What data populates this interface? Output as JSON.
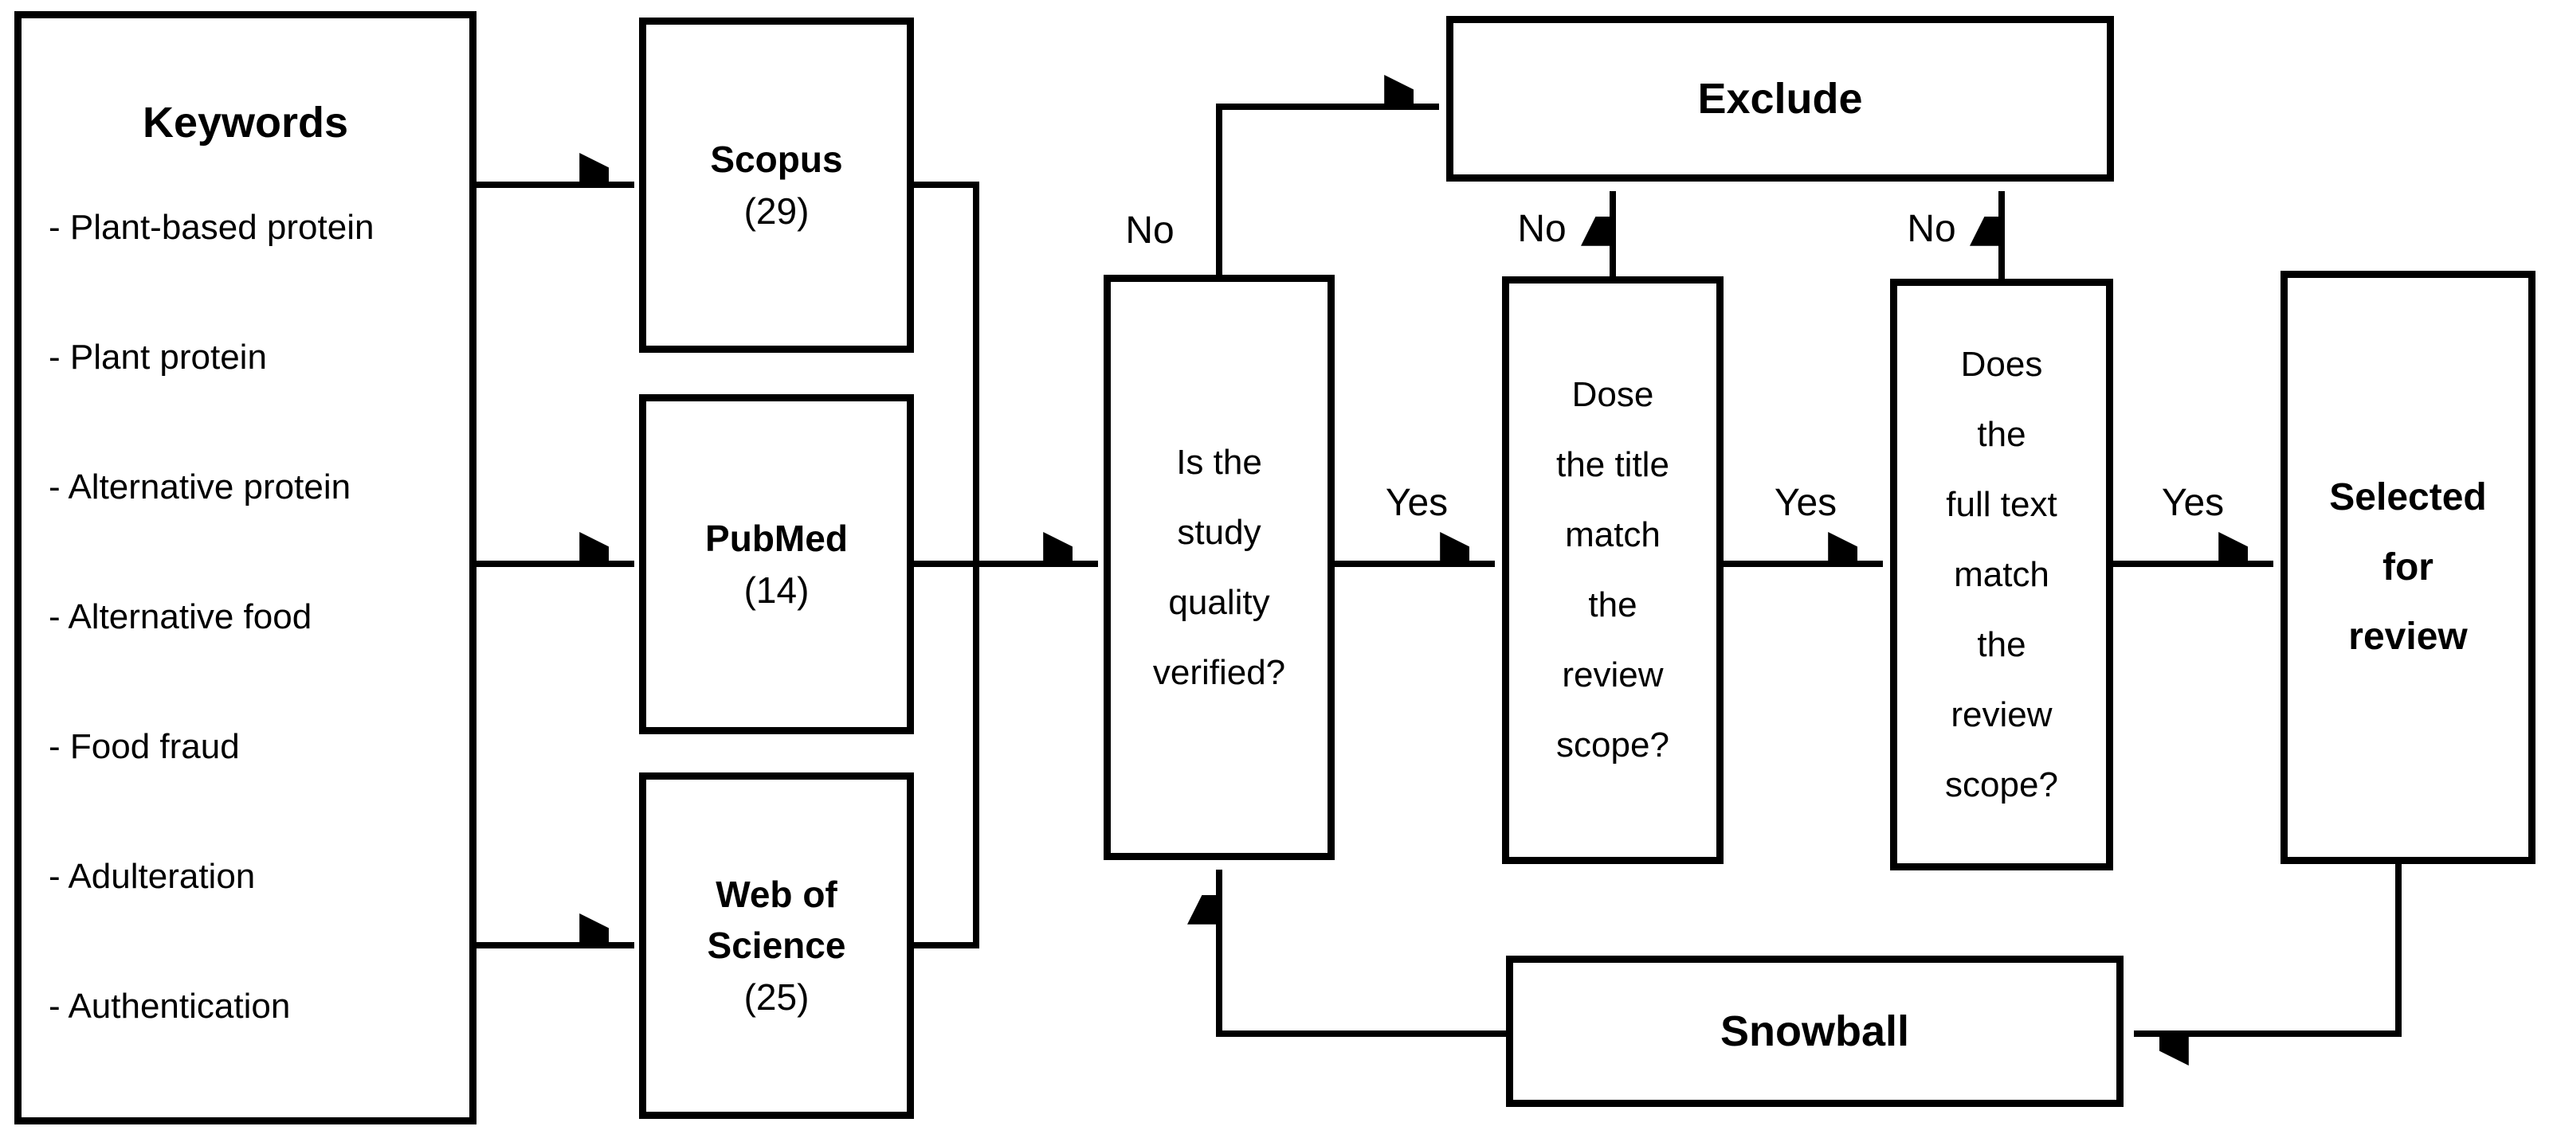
{
  "diagram": {
    "background": "#ffffff",
    "stroke_color": "#000000",
    "keywords_box": {
      "title": "Keywords",
      "items": [
        "- Plant-based protein",
        "- Plant protein",
        "- Alternative protein",
        "- Alternative food",
        "- Food fraud",
        "- Adulteration",
        "- Authentication"
      ]
    },
    "databases": [
      {
        "name": "Scopus",
        "count": "(29)"
      },
      {
        "name": "PubMed",
        "count": "(14)"
      },
      {
        "name": "Web of\nScience",
        "count": "(25)"
      }
    ],
    "decisions": [
      {
        "text": "Is the\nstudy\nquality\nverified?"
      },
      {
        "text": "Dose\nthe title\nmatch\nthe\nreview\nscope?"
      },
      {
        "text": "Does\nthe\nfull text\nmatch\nthe\nreview\nscope?"
      }
    ],
    "exclude_label": "Exclude",
    "snowball_label": "Snowball",
    "selected_label": "Selected\nfor\nreview",
    "edge_labels": {
      "no_quality": "No",
      "no_title": "No",
      "no_fulltext": "No",
      "yes_quality": "Yes",
      "yes_title": "Yes",
      "yes_fulltext": "Yes"
    }
  }
}
